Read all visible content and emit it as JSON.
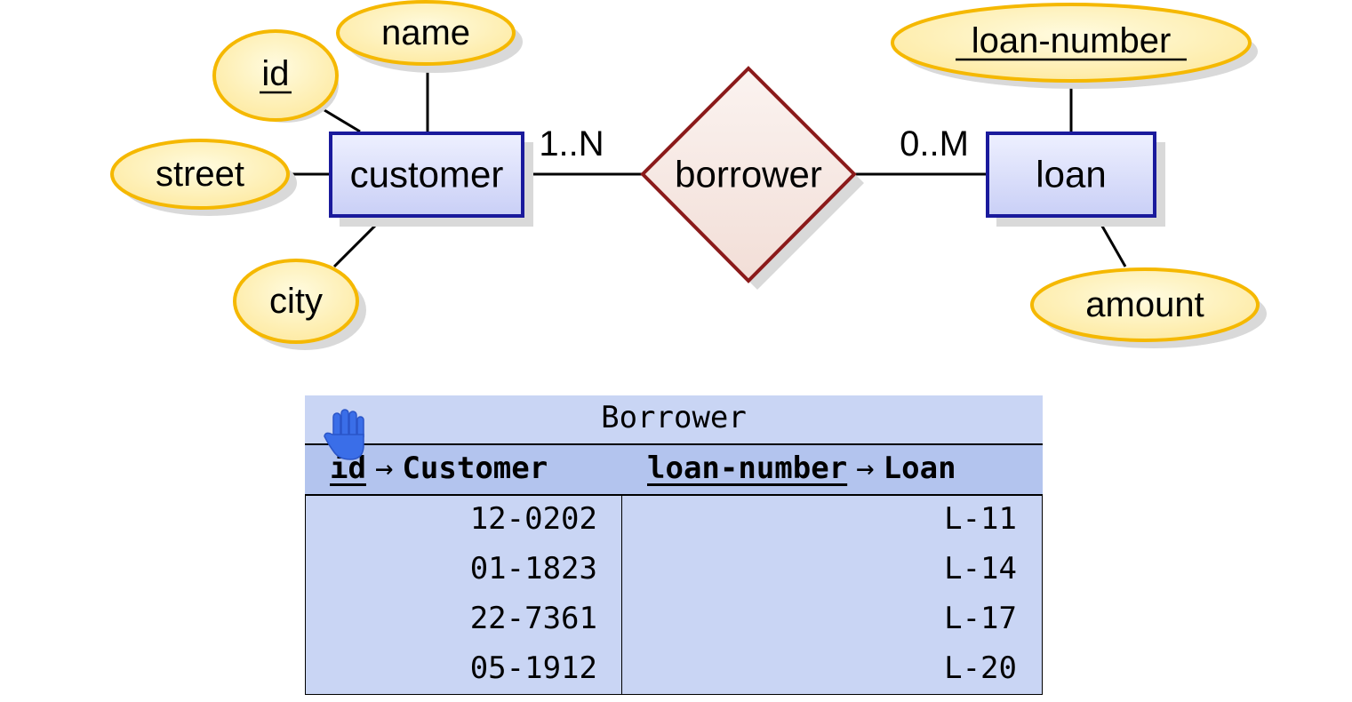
{
  "diagram": {
    "attributes": {
      "id": "id",
      "name": "name",
      "street": "street",
      "city": "city",
      "loan_number": "loan-number",
      "amount": "amount"
    },
    "entities": {
      "customer": "customer",
      "loan": "loan"
    },
    "relationship": "borrower",
    "cardinality": {
      "customer_side": "1..N",
      "loan_side": "0..M"
    },
    "colors": {
      "attribute_fill": "#fdeea4",
      "attribute_stroke": "#f5b800",
      "entity_fill": "#dfe3fb",
      "entity_stroke": "#1a1a9c",
      "relationship_fill": "#f8ece8",
      "relationship_stroke": "#8b1a1a"
    }
  },
  "table": {
    "caption": "Borrower",
    "headers": {
      "col1_key": "id",
      "col1_ref": "Customer",
      "col2_key": "loan-number",
      "col2_ref": "Loan",
      "arrow": "→"
    },
    "rows": [
      {
        "id": "12-0202",
        "loan": "L-11"
      },
      {
        "id": "01-1823",
        "loan": "L-14"
      },
      {
        "id": "22-7361",
        "loan": "L-17"
      },
      {
        "id": "05-1912",
        "loan": "L-20"
      }
    ],
    "colors": {
      "body": "#c9d5f4",
      "header": "#b3c4ee"
    }
  },
  "cursor": {
    "icon": "hand-cursor-icon",
    "color": "#3a6ee8"
  }
}
